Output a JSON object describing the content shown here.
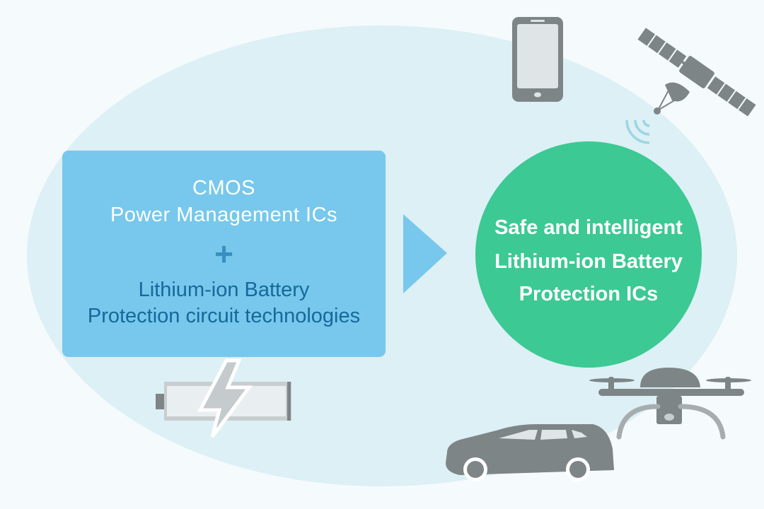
{
  "left_box": {
    "line1": "CMOS",
    "line2": "Power Management ICs",
    "plus": "+",
    "line3": "Lithium-ion Battery",
    "line4": "Protection circuit technologies"
  },
  "result_circle": {
    "line1": "Safe and intelligent",
    "line2": "Lithium-ion Battery",
    "line3": "Protection ICs"
  },
  "icons": [
    "smartphone-icon",
    "satellite-icon",
    "signal-waves-icon",
    "battery-charge-icon",
    "drone-icon",
    "car-icon",
    "arrow-right-icon"
  ],
  "colors": {
    "background": "#f5fafd",
    "ellipse": "#dcf0f5",
    "box": "#77c8ec",
    "arrow": "#77c8ec",
    "circle": "#3cc993",
    "icon_gray": "#7e8587"
  }
}
